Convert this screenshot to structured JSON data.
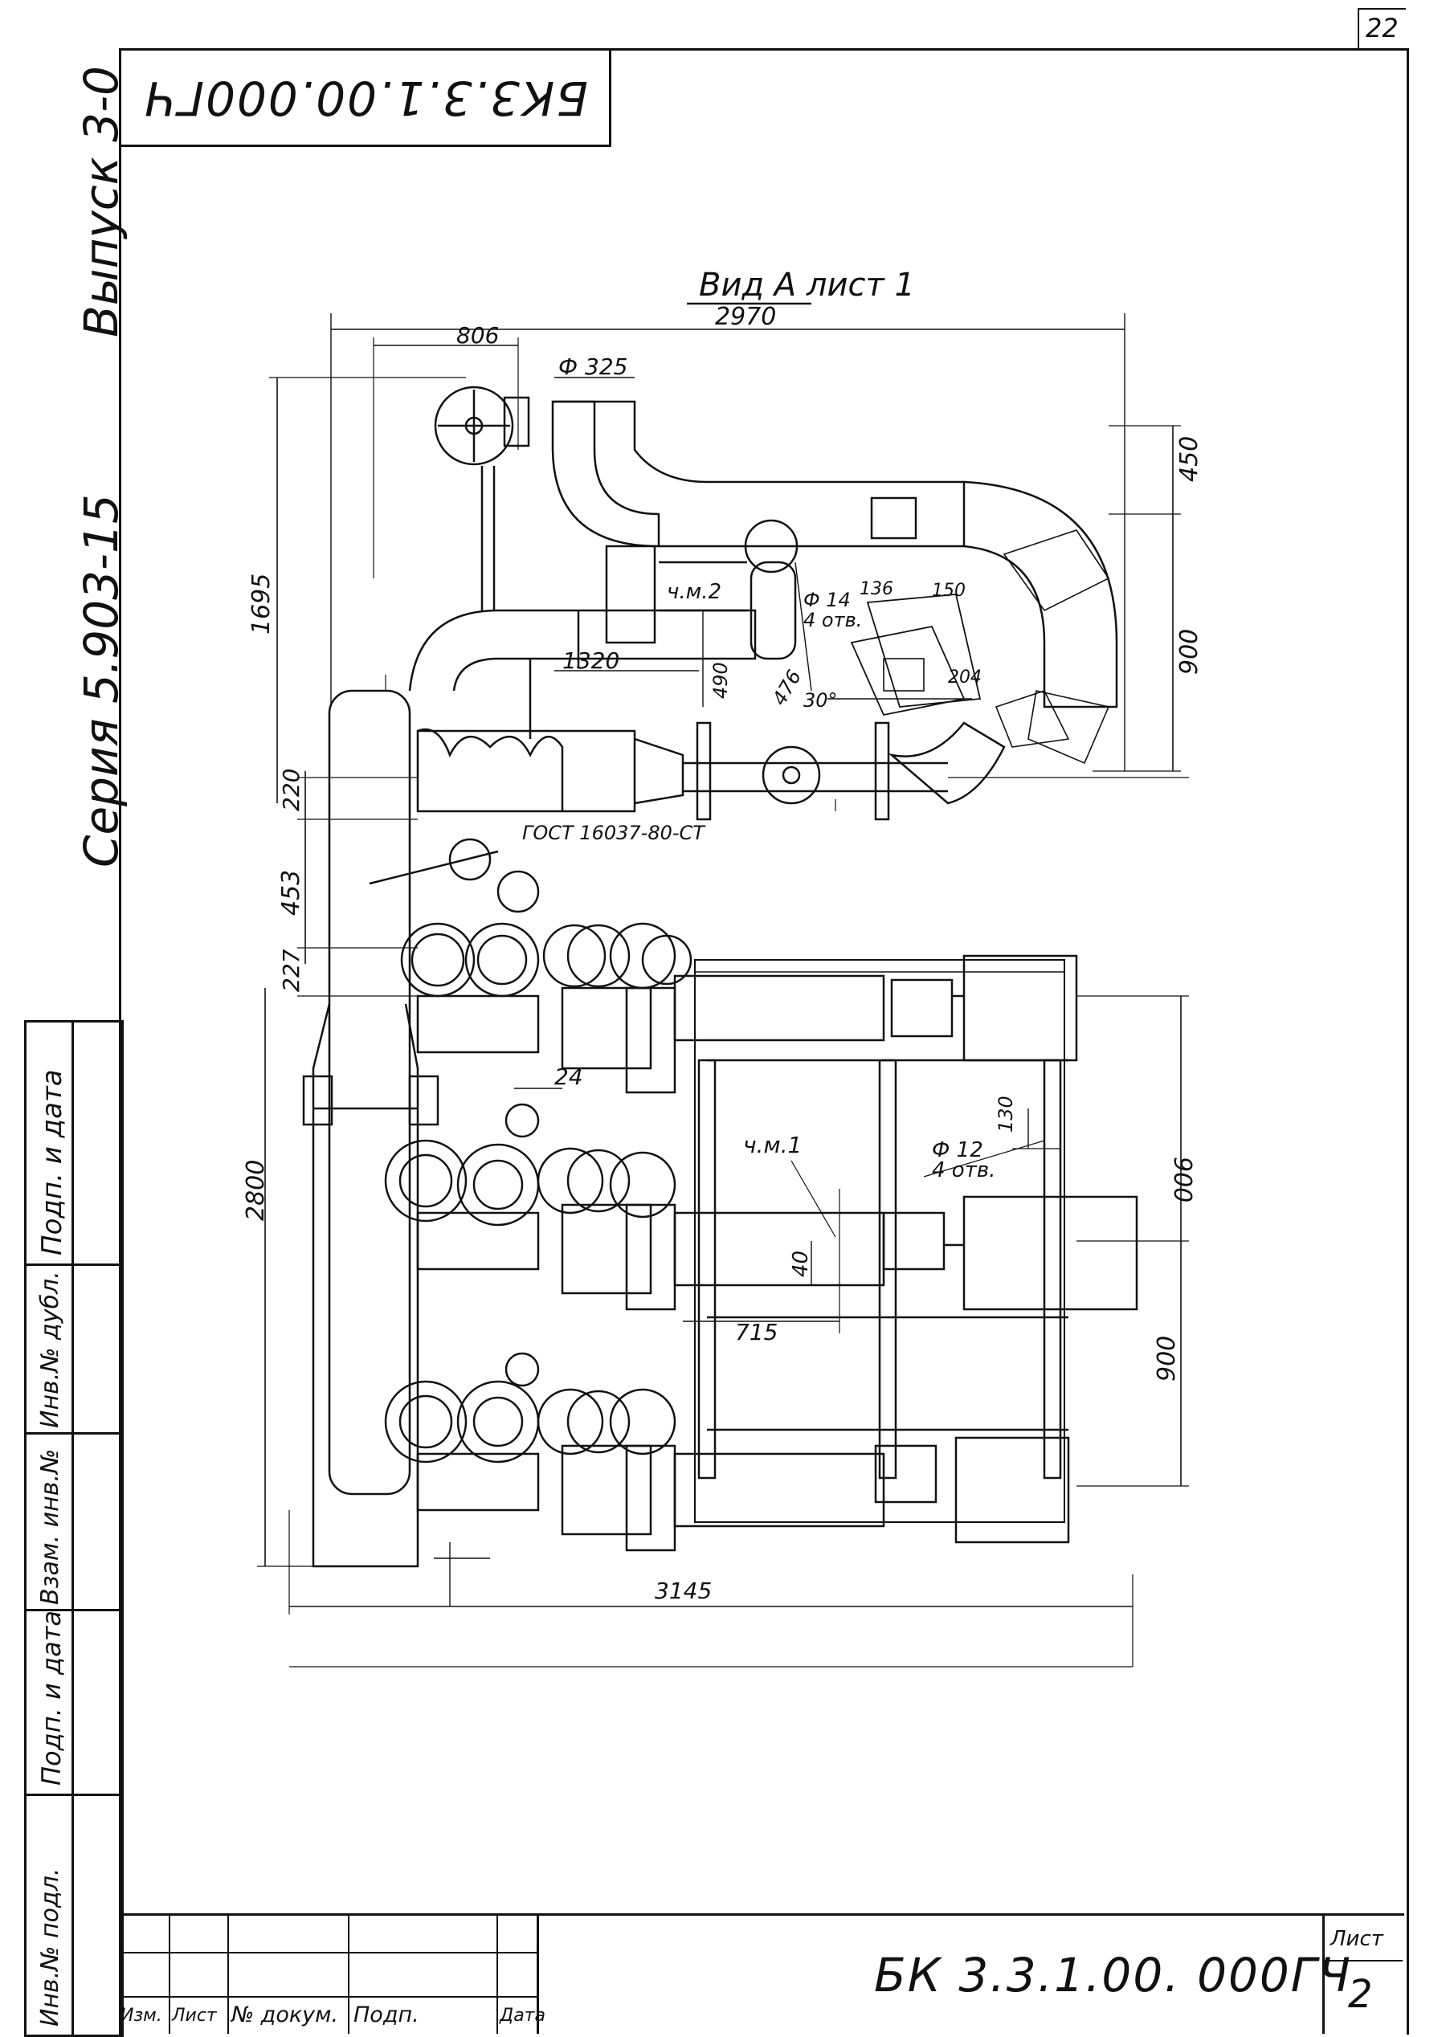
{
  "sheet": {
    "page_number": "22",
    "top_code": "БК3.3.1.00.000ГЧ",
    "series_text": "Серия 5.903-15",
    "issue_text": "Выпуск 3-0"
  },
  "drawing": {
    "view_title": "Вид А лист 1",
    "dimensions": {
      "overall_width": "2970",
      "d806": "806",
      "pipe_dia": "Ф 325",
      "d450": "450",
      "d1695": "1695",
      "d900_top": "900",
      "d1320": "1320",
      "d490": "490",
      "d220": "220",
      "d453": "453",
      "d227": "227",
      "d2800": "2800",
      "d900_mid": "900",
      "d900_bot": "900",
      "d715": "715",
      "d40": "40",
      "d130": "130",
      "d3145": "3145",
      "hole14": "Ф 14",
      "holes4a": "4 отв.",
      "hole12": "Ф 12",
      "holes4b": "4 отв.",
      "d136": "136",
      "d150": "150",
      "d476": "476",
      "d30": "30°",
      "d204": "204",
      "d24": "24"
    },
    "notes": {
      "ref_top": "ч.м.2",
      "ref_mid": "ч.м.1",
      "gost": "ГОСТ 16037-80-СТ"
    }
  },
  "left_strip": {
    "cells": [
      "Подп. и дата",
      "Инв.№ дубл.",
      "Взам. инв.№",
      "Подп. и дата",
      "Инв.№ подл."
    ]
  },
  "title_block": {
    "headers": [
      "Изм.",
      "Лист",
      "№ докум.",
      "Подп.",
      "Дата"
    ],
    "document_code": "БК 3.3.1.00. 000ГЧ",
    "sheet_label": "Лист",
    "sheet_number": "2"
  }
}
